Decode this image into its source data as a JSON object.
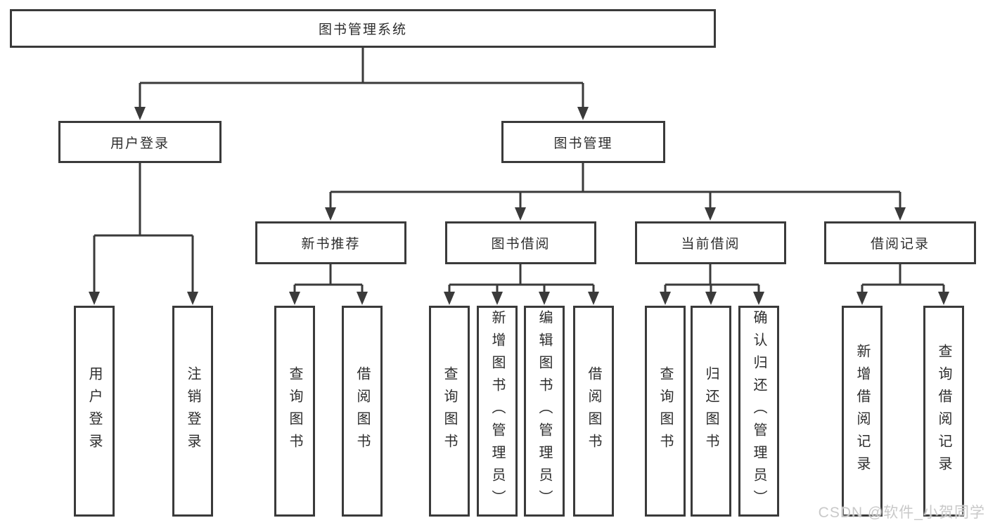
{
  "diagram": {
    "root": {
      "label": "图书管理系统"
    },
    "level2": [
      {
        "id": "user-login",
        "label": "用户登录"
      },
      {
        "id": "book-management",
        "label": "图书管理"
      }
    ],
    "level3": [
      {
        "id": "new-book-recommend",
        "label": "新书推荐"
      },
      {
        "id": "book-borrow",
        "label": "图书借阅"
      },
      {
        "id": "current-borrow",
        "label": "当前借阅"
      },
      {
        "id": "borrow-records",
        "label": "借阅记录"
      }
    ],
    "leaves": [
      {
        "group": "用户登录",
        "label": "用户登录"
      },
      {
        "group": "用户登录",
        "label": "注销登录"
      },
      {
        "group": "新书推荐",
        "label": "查询图书"
      },
      {
        "group": "新书推荐",
        "label": "借阅图书"
      },
      {
        "group": "图书借阅",
        "label": "查询图书"
      },
      {
        "group": "图书借阅",
        "label": "新增图书（管理员）"
      },
      {
        "group": "图书借阅",
        "label": "编辑图书（管理员）"
      },
      {
        "group": "图书借阅",
        "label": "借阅图书"
      },
      {
        "group": "当前借阅",
        "label": "查询图书"
      },
      {
        "group": "当前借阅",
        "label": "归还图书"
      },
      {
        "group": "当前借阅",
        "label": "确认归还（管理员）"
      },
      {
        "group": "借阅记录",
        "label": "新增借阅记录"
      },
      {
        "group": "借阅记录",
        "label": "查询借阅记录"
      }
    ],
    "colors": {
      "line": "#3a3a3a",
      "box_border": "#3a3a3a",
      "text": "#2d2d2d",
      "background": "#ffffff",
      "watermark": "#c9c9c9"
    }
  },
  "watermark": {
    "text": "CSDN @软件_小贺同学"
  }
}
